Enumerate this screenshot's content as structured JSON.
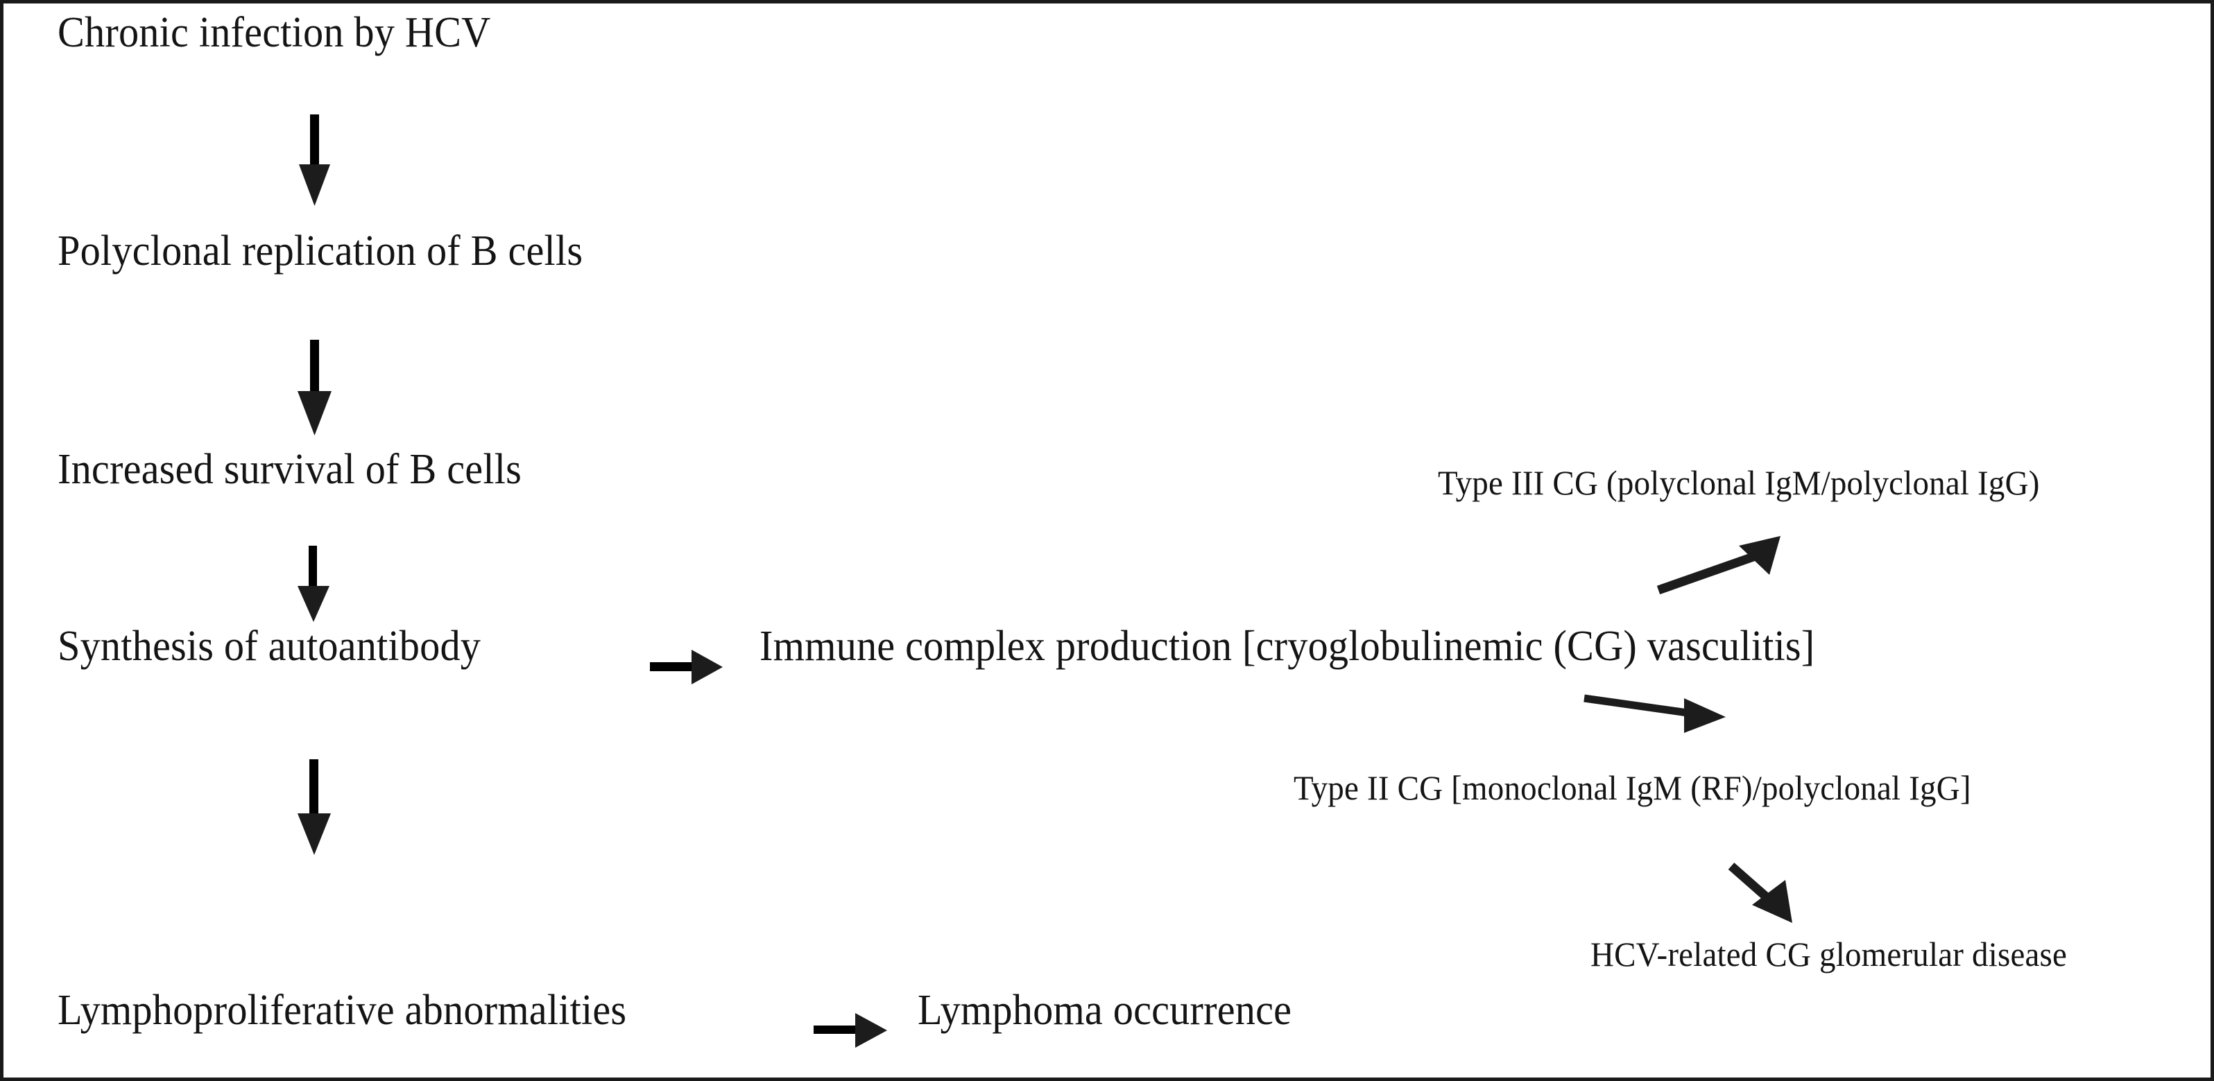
{
  "figure": {
    "kind": "flowchart",
    "title_visible": false,
    "border_color": "#1a1a1a",
    "background_color": "#ffffff",
    "text_color": "#141414",
    "arrow_color": "#1c1c1c"
  },
  "nodes": {
    "chronic_infection": "Chronic infection by HCV",
    "polyclonal_replication": "Polyclonal replication of B cells",
    "increased_survival": "Increased survival of B cells",
    "synthesis_autoantibody": "Synthesis of autoantibody",
    "immune_complex": "Immune complex production [cryoglobulinemic (CG) vasculitis]",
    "type3_cg": "Type III CG (polyclonal IgM/polyclonal IgG)",
    "type2_cg": "Type II CG [monoclonal IgM (RF)/polyclonal IgG]",
    "hcv_glomerular": "HCV-related CG glomerular disease",
    "lymphoproliferative": "Lymphoproliferative abnormalities",
    "lymphoma": "Lymphoma occurrence"
  },
  "arrows": [
    {
      "id": "a1",
      "name": "arrow-down-chronic-to-polyclonal",
      "direction": "down"
    },
    {
      "id": "a2",
      "name": "arrow-down-polyclonal-to-survival",
      "direction": "down"
    },
    {
      "id": "a3",
      "name": "arrow-down-survival-to-synthesis",
      "direction": "down"
    },
    {
      "id": "a4",
      "name": "arrow-right-synthesis-to-immune",
      "direction": "right"
    },
    {
      "id": "a5",
      "name": "arrow-down-synthesis-to-lympho",
      "direction": "down"
    },
    {
      "id": "a6",
      "name": "arrow-upright-immune-to-type3",
      "direction": "up-right"
    },
    {
      "id": "a7",
      "name": "arrow-right-immune-to-type2",
      "direction": "right-down"
    },
    {
      "id": "a8",
      "name": "arrow-downright-type2-to-glomerular",
      "direction": "down-right"
    },
    {
      "id": "a9",
      "name": "arrow-right-lympho-to-lymphoma",
      "direction": "right"
    }
  ]
}
